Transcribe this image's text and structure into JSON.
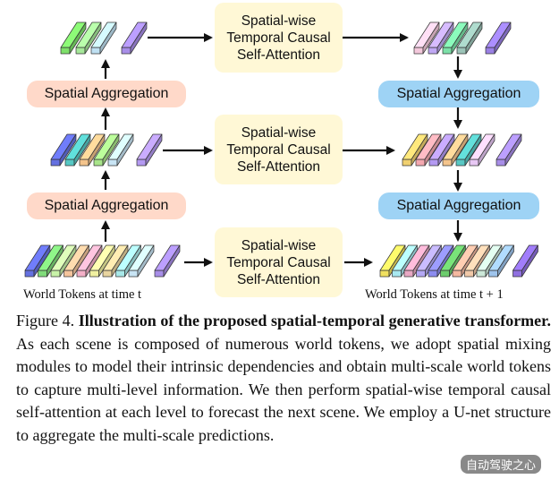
{
  "figure": {
    "attention_blocks": [
      {
        "label": "Spatial-wise Temporal Causal Self-Attention"
      },
      {
        "label": "Spatial-wise Temporal Causal Self-Attention"
      },
      {
        "label": "Spatial-wise Temporal Causal Self-Attention"
      }
    ],
    "spatial_aggregation_left": [
      "Spatial Aggregation",
      "Spatial Aggregation"
    ],
    "spatial_aggregation_right": [
      "Spatial Aggregation",
      "Spatial Aggregation"
    ],
    "label_time_t": "World Tokens at time t",
    "label_time_t1": "World Tokens at time t + 1",
    "colors": {
      "attention_bg": "#fff8d6",
      "agg_left_bg": "#ffd9c9",
      "agg_right_bg": "#9ed3f5"
    },
    "token_rows": {
      "left_top": [
        "#7ee06a",
        "#a6e89a",
        "#bfe0f2",
        "#a88ee8"
      ],
      "left_mid": [
        "#6470e0",
        "#56c8c4",
        "#f4c48c",
        "#a8e48a",
        "#c8e4f4",
        "#b49af2"
      ],
      "left_bottom": [
        "#6470e0",
        "#80dc7a",
        "#c8f2a8",
        "#f4c49c",
        "#f4b0c8",
        "#f0f0a0",
        "#e8d4a0",
        "#a8e8e8",
        "#c8e4f4",
        "#a88ee8"
      ],
      "right_top": [
        "#f4c8dc",
        "#c0a8f4",
        "#7ce0a8",
        "#9cc4b8",
        "#9a80e4"
      ],
      "right_mid": [
        "#f0d070",
        "#f4a8b0",
        "#b49af2",
        "#f4c48c",
        "#58c8c4",
        "#e8c8f4",
        "#a88ee8"
      ],
      "right_bottom": [
        "#f0e060",
        "#a8e8f0",
        "#e8a8c4",
        "#b4a8f4",
        "#8c8cf0",
        "#6ccc6c",
        "#f4b8a0",
        "#f0c8a8",
        "#cce8d8",
        "#9ec4ec",
        "#9070e0"
      ]
    }
  },
  "caption": {
    "label": "Figure 4.",
    "title": "Illustration of the proposed spatial-temporal generative transformer.",
    "body": "As each scene is composed of numerous world tokens, we adopt spatial mixing modules to model their intrinsic dependencies and obtain multi-scale world tokens to capture multi-level information. We then perform spatial-wise temporal causal self-attention at each level to forecast the next scene. We employ a U-net structure to aggregate the multi-scale predictions."
  },
  "watermark": "自动驾驶之心"
}
